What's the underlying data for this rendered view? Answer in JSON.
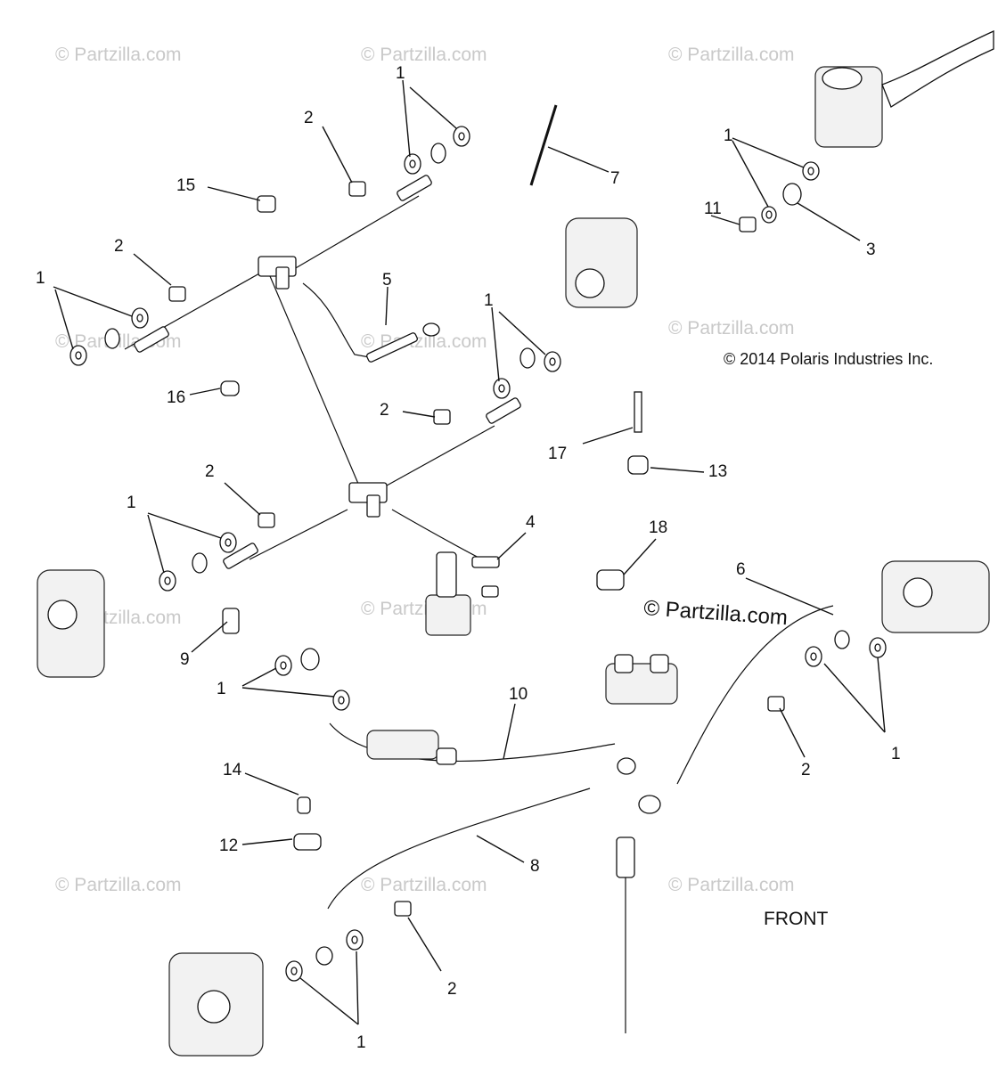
{
  "copyright": "© 2014 Polaris Industries Inc.",
  "watermark": "© Partzilla.com",
  "front_label": "FRONT",
  "callouts": {
    "c1a": "1",
    "c1b": "1",
    "c1c": "1",
    "c1d": "1",
    "c1e": "1",
    "c1f": "1",
    "c1g": "1",
    "c1h": "1",
    "c2a": "2",
    "c2b": "2",
    "c2c": "2",
    "c2d": "2",
    "c2e": "2",
    "c2f": "2",
    "c3": "3",
    "c4": "4",
    "c5": "5",
    "c6": "6",
    "c7": "7",
    "c8": "8",
    "c9": "9",
    "c10": "10",
    "c11": "11",
    "c12": "12",
    "c13": "13",
    "c14": "14",
    "c15": "15",
    "c16": "16",
    "c17": "17",
    "c18": "18"
  }
}
